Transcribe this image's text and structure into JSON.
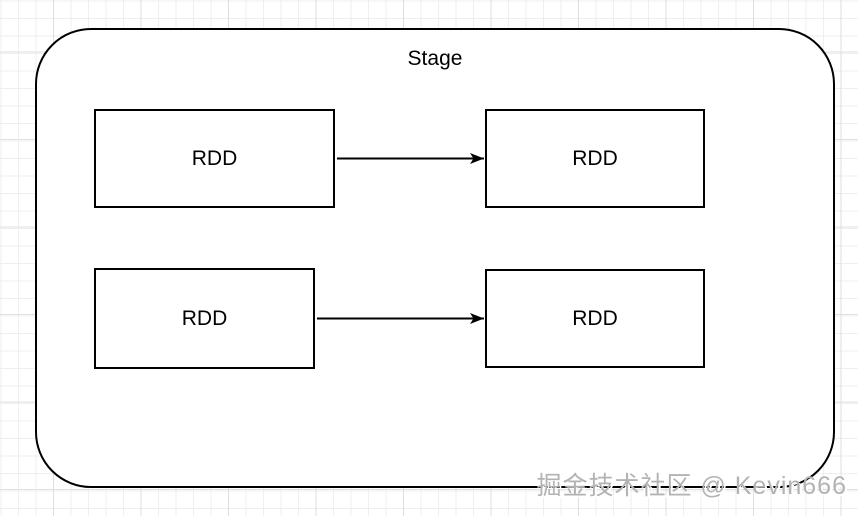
{
  "diagram": {
    "container": {
      "label": "Stage"
    },
    "nodes": [
      {
        "id": "rdd-1",
        "label": "RDD",
        "row": 1,
        "col": "left"
      },
      {
        "id": "rdd-2",
        "label": "RDD",
        "row": 1,
        "col": "right"
      },
      {
        "id": "rdd-3",
        "label": "RDD",
        "row": 2,
        "col": "left"
      },
      {
        "id": "rdd-4",
        "label": "RDD",
        "row": 2,
        "col": "right"
      }
    ],
    "edges": [
      {
        "from": "rdd-1",
        "to": "rdd-2",
        "style": "arrow"
      },
      {
        "from": "rdd-3",
        "to": "rdd-4",
        "style": "arrow"
      }
    ],
    "colors": {
      "shape_stroke": "#000000",
      "shape_fill": "#ffffff",
      "grid_minor": "#efefef",
      "grid_major": "#dfdfdf"
    }
  },
  "watermark": {
    "text": "掘金技术社区 @ Kevin666",
    "color": "#b3b3b3"
  }
}
